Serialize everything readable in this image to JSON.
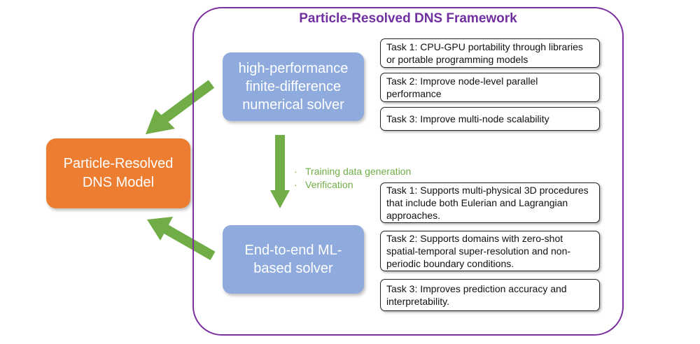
{
  "framework": {
    "title": "Particle-Resolved DNS Framework",
    "border_color": "#7b2fa0",
    "title_color": "#7030a0"
  },
  "solvers": {
    "top_lines": [
      "high-performance",
      "finite-difference",
      "numerical solver"
    ],
    "bottom_lines": [
      "End-to-end ML-",
      "based solver"
    ],
    "color": "#8faadc"
  },
  "model": {
    "lines": [
      "Particle-Resolved",
      "DNS Model"
    ],
    "color": "#ed7d31"
  },
  "tasks_top": [
    "Task 1: CPU-GPU portability through libraries or portable programming models",
    "Task 2: Improve node-level parallel performance",
    "Task 3: Improve multi-node scalability"
  ],
  "tasks_bottom": [
    "Task 1: Supports multi-physical 3D procedures that include both Eulerian and Lagrangian approaches.",
    "Task 2: Supports domains with zero-shot spatial-temporal super-resolution and non-periodic boundary conditions.",
    "Task 3: Improves prediction accuracy and interpretability."
  ],
  "notes": {
    "bullet": "·",
    "items": [
      "Training data generation",
      "Verification"
    ],
    "color": "#70ad47"
  },
  "arrow_color": "#70ad47"
}
